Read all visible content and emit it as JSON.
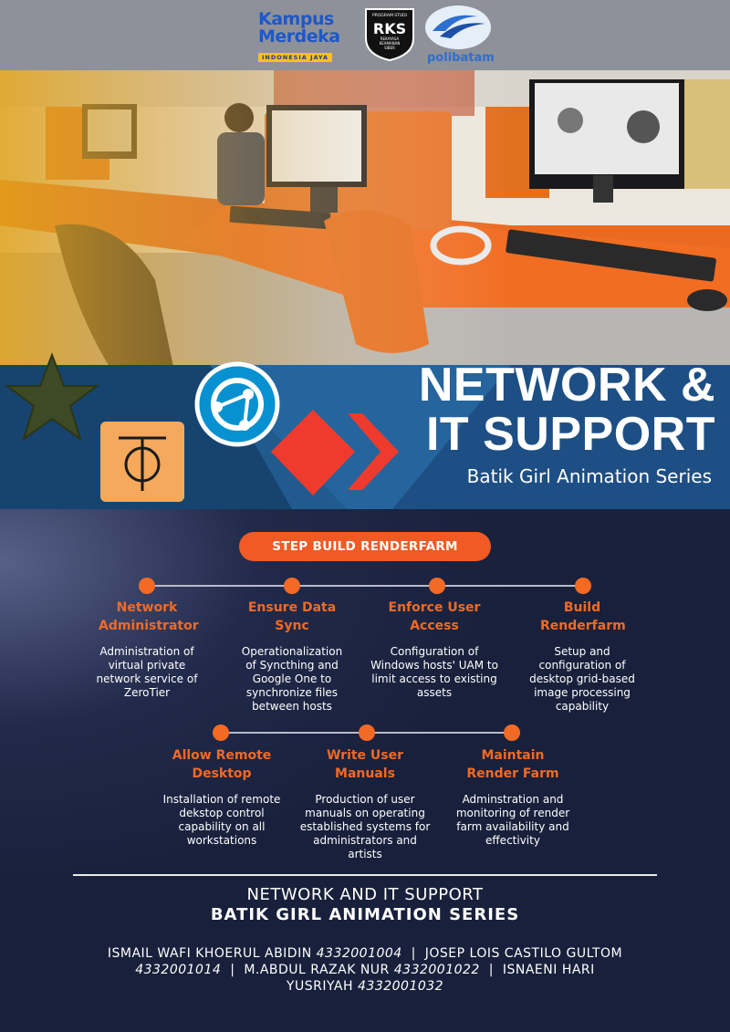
{
  "header": {
    "kampus_line1": "Kampus",
    "kampus_line2": "Merdeka",
    "kampus_tagline": "INDONESIA JAYA",
    "rks_program": "PROGRAM STUDI",
    "rks_abbrev": "RKS",
    "rks_line1": "REKAYASA",
    "rks_line2": "KEAMANAN",
    "rks_line3": "SIBER",
    "poli_prefix": "poli",
    "poli_suffix": "batam"
  },
  "banner": {
    "title_line1": "NETWORK &",
    "title_line2": "IT SUPPORT",
    "subtitle": "Batik Girl Animation Series",
    "icons": [
      "star-icon",
      "phi-icon",
      "syncthing-icon",
      "anydesk-icon"
    ]
  },
  "steps_section": {
    "pill_label": "STEP BUILD RENDERFARM",
    "row1": [
      {
        "title": "Network Administrator",
        "desc": "Administration of virtual private network service of ZeroTier"
      },
      {
        "title": "Ensure Data Sync",
        "desc": "Operationalization of Syncthing and Google One to synchronize files between hosts"
      },
      {
        "title": "Enforce User Access",
        "desc": "Configuration of Windows hosts' UAM to limit access to existing assets"
      },
      {
        "title": "Build Renderfarm",
        "desc": "Setup and configuration of desktop grid-based image processing capability"
      }
    ],
    "row2": [
      {
        "title": "Allow Remote Desktop",
        "desc": "Installation of remote dekstop control capability on all workstations"
      },
      {
        "title": "Write User Manuals",
        "desc": "Production of user manuals on operating established systems for administrators and artists"
      },
      {
        "title": "Maintain Render Farm",
        "desc": "Adminstration and monitoring of render farm availability and effectivity"
      }
    ]
  },
  "footer": {
    "line1": "NETWORK AND IT SUPPORT",
    "line2": "BATIK GIRL ANIMATION SERIES",
    "authors": [
      {
        "name": "ISMAIL WAFI KHOERUL ABIDIN",
        "id": "4332001004"
      },
      {
        "name": "JOSEP LOIS CASTILO GULTOM",
        "id": "4332001014"
      },
      {
        "name": "M.ABDUL RAZAK NUR",
        "id": "4332001022"
      },
      {
        "name": "ISNAENI HARI YUSRIYAH",
        "id": "4332001032"
      }
    ],
    "separator": "|"
  },
  "colors": {
    "accent": "#f15a24",
    "header_bg": "#8e9199",
    "banner_blue": "#1c4f83",
    "lower_bg": "#18203b"
  }
}
